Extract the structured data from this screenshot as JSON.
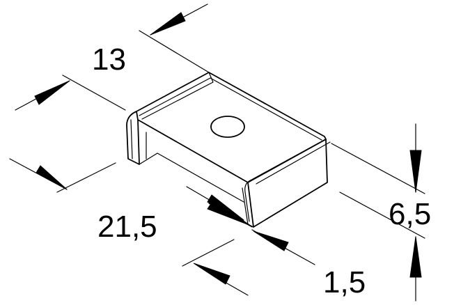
{
  "dimensions": {
    "width_label": "13",
    "length_label": "21,5",
    "height_label": "6,5",
    "thickness_label": "1,5"
  }
}
